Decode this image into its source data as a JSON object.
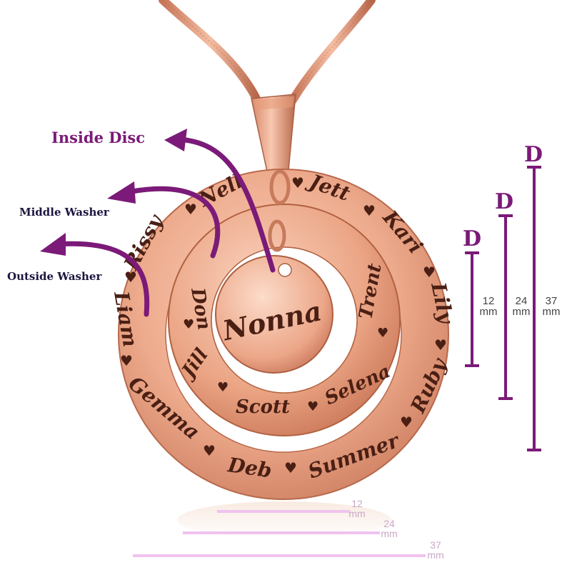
{
  "labels": {
    "inside_disc": "Inside Disc",
    "middle_washer": "Middle Washer",
    "outside_washer": "Outside Washer"
  },
  "disc_name": "Nonna",
  "middle_names": [
    "Don",
    "Jill",
    "Scott",
    "Selena",
    "Trent"
  ],
  "outer_names": [
    "Nell",
    "Jett",
    "Kari",
    "Lily",
    "Ruby",
    "Summer",
    "Deb",
    "Gemma",
    "Liam",
    "Rissy"
  ],
  "dimensions": {
    "letter": "D",
    "small": {
      "value": "12",
      "unit": "mm"
    },
    "medium": {
      "value": "24",
      "unit": "mm"
    },
    "large": {
      "value": "37",
      "unit": "mm"
    }
  },
  "colors": {
    "accent": "#7b1a78",
    "metal": "#e9a484",
    "metal_dark": "#b86a4c",
    "reflection_line": "#f0c2ee"
  }
}
